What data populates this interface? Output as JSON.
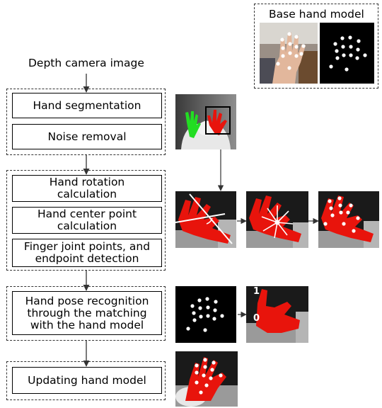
{
  "base_model": {
    "title": "Base hand model"
  },
  "input": {
    "label": "Depth camera image"
  },
  "steps": {
    "segmentation": "Hand segmentation",
    "noise_removal": "Noise removal",
    "rotation": "Hand rotation\ncalculation",
    "center_point": "Hand center point\ncalculation",
    "finger_joints": "Finger joint points, and\nendpoint detection",
    "pose_recognition": "Hand pose recognition\nthrough the matching\nwith the hand model",
    "update_model": "Updating hand model"
  },
  "image_annotations": {
    "label_one": "1",
    "label_zero": "0"
  },
  "colors": {
    "hand_red": "#e8140c",
    "hand_green": "#22dd22",
    "point": "#ffffff",
    "background_dark": "#000000",
    "depth_gray": "#8a8a8a"
  }
}
